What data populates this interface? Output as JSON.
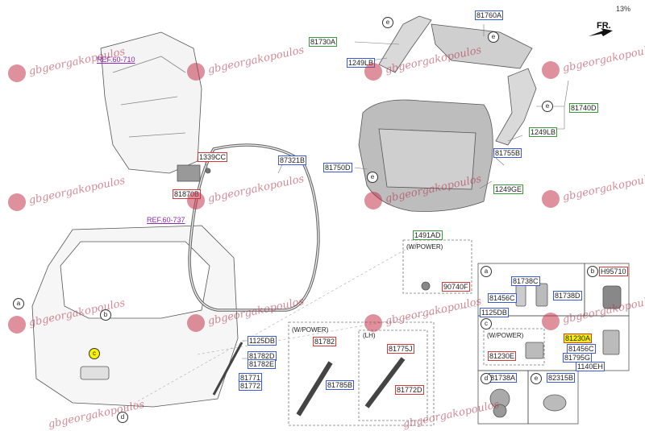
{
  "header": {
    "zoom": "13%",
    "direction": "FR."
  },
  "watermark": {
    "text": "gbgeorgakopoulos"
  },
  "refs": [
    "REF.60-710",
    "REF.60-737"
  ],
  "labels": {
    "l81760A": "81760A",
    "l81730A": "81730A",
    "l1249LB_top": "1249LB",
    "l81740D": "81740D",
    "l1249LB_right": "1249LB",
    "l81755B": "81755B",
    "l1249GE": "1249GE",
    "l81750D": "81750D",
    "l1339CC": "1339CC",
    "l81870B": "81870B",
    "l87321B": "87321B",
    "l1491AD": "1491AD",
    "l90740F": "90740F",
    "l1125DB_left": "1125DB",
    "l81782D": "81782D",
    "l81782E": "81782E",
    "l81771": "81771",
    "l81772": "81772",
    "l81782": "81782",
    "l81785B": "81785B",
    "l81775J": "81775J",
    "l81772D": "81772D",
    "l81738C": "81738C",
    "l81456C_a": "81456C",
    "l81738D": "81738D",
    "l1125DB_a": "1125DB",
    "lH95710": "H95710",
    "l81230A": "81230A",
    "l81456C_c": "81456C",
    "l81795G": "81795G",
    "l1140EH": "1140EH",
    "l81230E": "81230E",
    "l81738A": "81738A",
    "l82315B": "82315B"
  },
  "panels": {
    "wpower_top": "(W/POWER)",
    "wpower_strut": "(W/POWER)",
    "lh": "(LH)",
    "wpower_c": "(W/POWER)"
  },
  "callouts": [
    "a",
    "b",
    "c",
    "d",
    "e"
  ]
}
